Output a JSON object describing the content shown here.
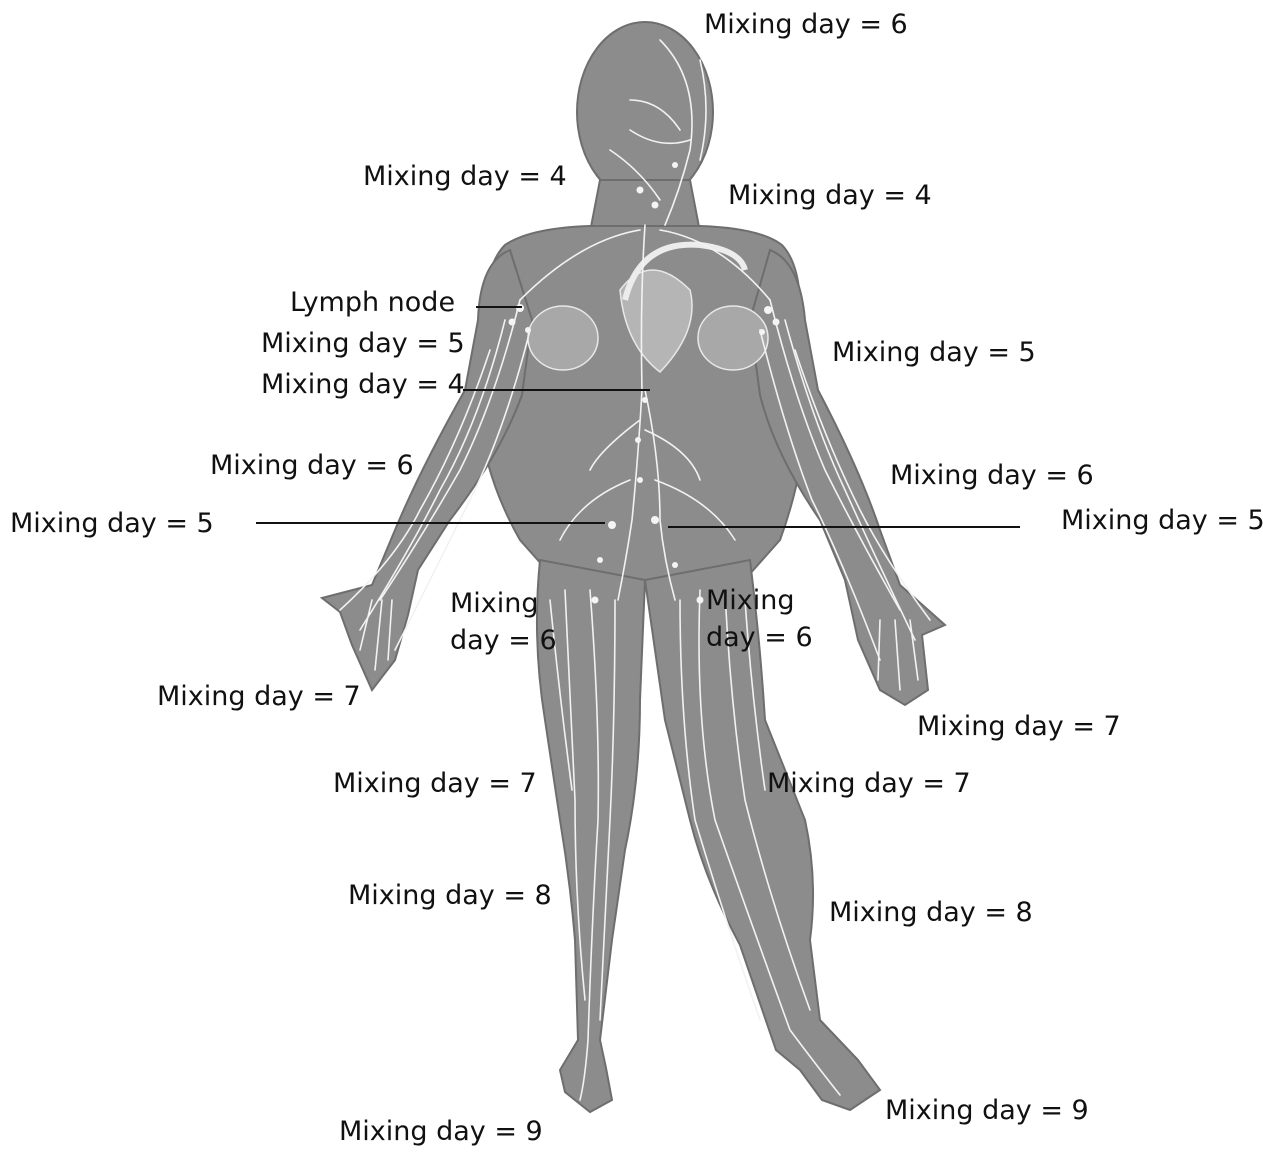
{
  "diagram": {
    "colors": {
      "background": "#ffffff",
      "body": "#8c8c8c",
      "body_edge": "#6e6e6e",
      "vessel": "#f2f2f2",
      "text": "#111111"
    },
    "labels": {
      "head": "Mixing day = 6",
      "neck_right": "Mixing day = 4",
      "neck_left": "Mixing day = 4",
      "lymph_node": "Lymph node",
      "axilla_right": "Mixing day = 5",
      "thoracic_duct": "Mixing day = 4",
      "axilla_left": "Mixing day = 5",
      "forearm_right": "Mixing day = 6",
      "forearm_left": "Mixing day = 6",
      "abdomen_right": "Mixing day = 5",
      "abdomen_left": "Mixing day = 5",
      "groin_right_line1": "Mixing",
      "groin_right_line2": "day = 6",
      "groin_left_line1": "Mixing",
      "groin_left_line2": "day = 6",
      "hand_right": "Mixing day = 7",
      "hand_left": "Mixing day = 7",
      "thigh_right": "Mixing day = 7",
      "thigh_left": "Mixing day = 7",
      "shin_right": "Mixing day = 8",
      "shin_left": "Mixing day = 8",
      "foot_right": "Mixing day = 9",
      "foot_left": "Mixing day = 9"
    }
  }
}
